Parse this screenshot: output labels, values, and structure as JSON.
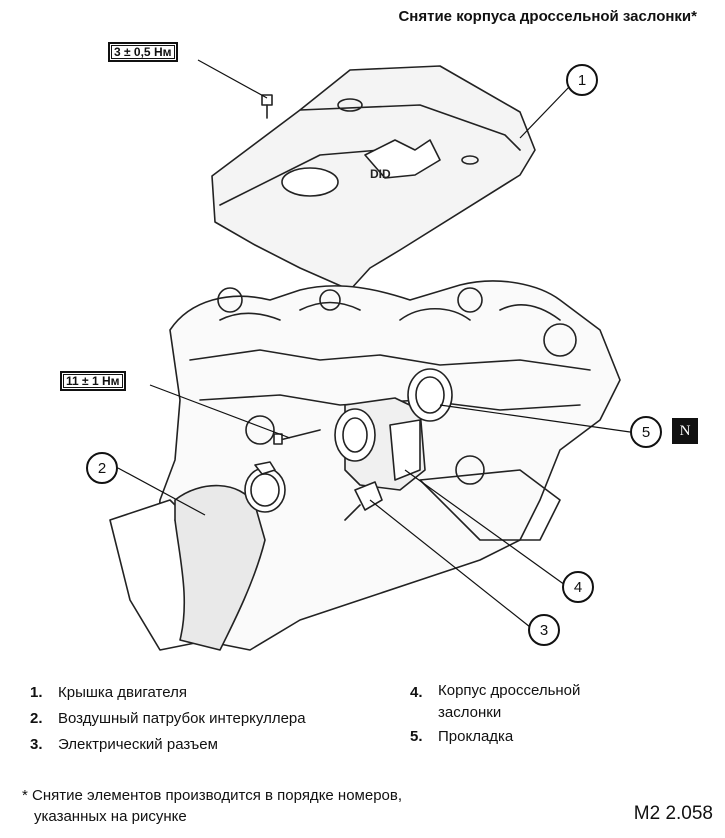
{
  "title": "Снятие корпуса дроссельной заслонки*",
  "torques": {
    "cover_bolt": "3 ± 0,5 Нм",
    "throttle_bolt": "11 ± 1 Нм"
  },
  "callouts": [
    "1",
    "2",
    "3",
    "4",
    "5"
  ],
  "new_part_badge": "N",
  "legend_left": [
    {
      "num": "1.",
      "text": "Крышка двигателя"
    },
    {
      "num": "2.",
      "text": "Воздушный патрубок интеркуллера"
    },
    {
      "num": "3.",
      "text": "Электрический разъем"
    }
  ],
  "legend_right": [
    {
      "num": "4.",
      "text_line1": "Корпус дроссельной",
      "text_line2": "заслонки"
    },
    {
      "num": "5.",
      "text_line1": "Прокладка"
    }
  ],
  "footnote": {
    "line1": "* Снятие элементов производится в порядке номеров,",
    "line2": "указанных на рисунке"
  },
  "figure_code": "M2 2.058"
}
